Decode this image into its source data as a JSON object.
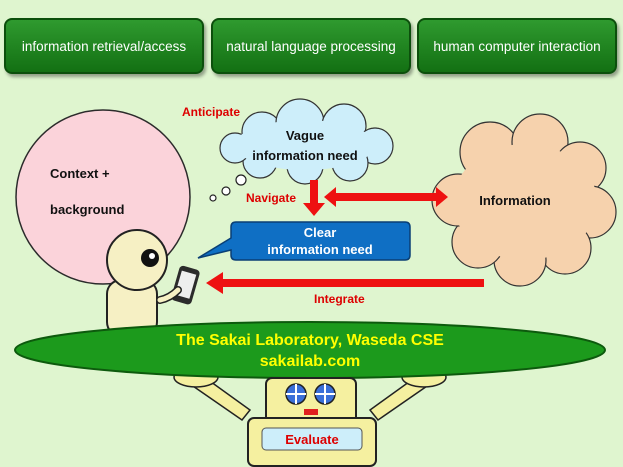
{
  "topics": [
    {
      "label": "information retrieval/access"
    },
    {
      "label": "natural language processing"
    },
    {
      "label": "human computer interaction"
    }
  ],
  "context": {
    "line1": "Context +",
    "line2": "background"
  },
  "vague_cloud": {
    "line1": "Vague",
    "line2": "information need"
  },
  "information_cloud": {
    "label": "Information"
  },
  "clear_box": {
    "line1": "Clear",
    "line2": "information need"
  },
  "actions": {
    "anticipate": "Anticipate",
    "navigate": "Navigate",
    "integrate": "Integrate"
  },
  "lab": {
    "name": "The Sakai Laboratory, Waseda CSE",
    "url": "sakailab.com"
  },
  "robot": {
    "label": "Evaluate"
  },
  "colors": {
    "arrow": "#ee1111",
    "action_text": "#dd0000",
    "topic_green": "#1a7f1a",
    "disc_green": "#1c9a1c",
    "lab_text": "#ffff00"
  }
}
